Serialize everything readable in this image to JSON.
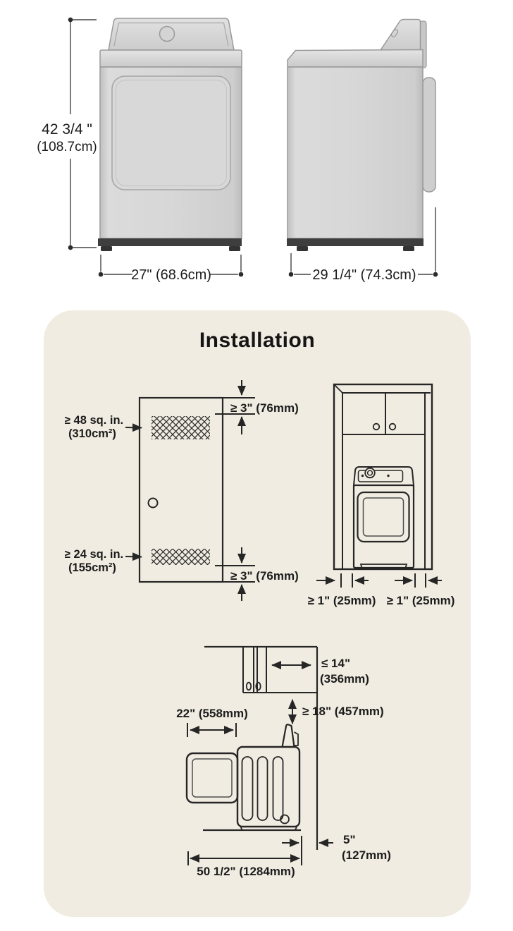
{
  "colors": {
    "page_bg": "#ffffff",
    "card_bg": "#f1ece1",
    "ink": "#1c1c1c",
    "diagram_line": "#262626",
    "dimension_line": "#454545",
    "appliance_fill": "#d6d6d6",
    "appliance_stroke": "#9a9a9a",
    "base_dark": "#3e3e3e"
  },
  "dimensions": {
    "height_in": "42 3/4 \"",
    "height_cm": "(108.7cm)",
    "front_width": "27\" (68.6cm)",
    "side_depth": "29 1/4\" (74.3cm)"
  },
  "installation": {
    "title": "Installation",
    "vent": {
      "top_area": "≥ 48 sq. in.",
      "top_area_metric": "(310cm²)",
      "top_clearance": "≥ 3\" (76mm)",
      "bottom_area": "≥ 24 sq. in.",
      "bottom_area_metric": "(155cm²)",
      "bottom_clearance": "≥ 3\" (76mm)"
    },
    "closet": {
      "left_clearance": "≥ 1\" (25mm)",
      "right_clearance": "≥ 1\" (25mm)"
    },
    "side_view": {
      "cabinet_depth": "≤ 14\"",
      "cabinet_depth_metric": "(356mm)",
      "above_clearance": "≥ 18\" (457mm)",
      "door_open": "22\" (558mm)",
      "rear_gap": "5\"",
      "rear_gap_metric": "(127mm)",
      "total_depth": "50 1/2\" (1284mm)"
    }
  }
}
